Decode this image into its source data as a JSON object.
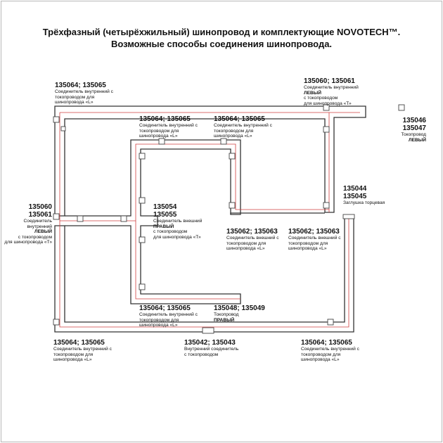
{
  "title": {
    "line1": "Трёхфазный (четырёхжильный) шинопровод и комплектующие NOVOTECH™.",
    "line2": "Возможные способы соединения шинопровода."
  },
  "labels": {
    "topleft": {
      "code": "135064; 135065",
      "desc": [
        "Соединитель внутренний с",
        "токопроводом для",
        "шинопровода «L»"
      ]
    },
    "topright": {
      "code": "135060; 135061",
      "desc1": "Соединитель внутренний",
      "bold": "ЛЕВЫЙ",
      "desc2": [
        "с токопроводом",
        "для шинопровода «Т»"
      ]
    },
    "endcap_left": {
      "code1": "135046",
      "code2": "135047",
      "desc": "Токопровод",
      "bold": "ЛЕВЫЙ"
    },
    "inner_l_1": {
      "code": "135064; 135065",
      "desc": [
        "Соединитель внутренний с",
        "токопроводом для",
        "шинопровода «L»"
      ]
    },
    "inner_l_2": {
      "code": "135064; 135065",
      "desc": [
        "Соединитель внутренний с",
        "токопроводом для",
        "шинопровода «L»"
      ]
    },
    "left_t": {
      "code1": "135060",
      "code2": "135061",
      "desc1": "Соединитель внутренний",
      "bold": "ЛЕВЫЙ",
      "desc2": [
        "с токопроводом",
        "для шинопровода «Т»"
      ]
    },
    "right_t": {
      "code1": "135054",
      "code2": "135055",
      "desc1": "Соединитель внешний",
      "bold": "ПРАВЫЙ",
      "desc2": [
        "с токопроводом",
        "для шинопровода «Т»"
      ]
    },
    "end_plug": {
      "code1": "135044",
      "code2": "135045",
      "desc": "Заглушка торцевая"
    },
    "outer_l_1": {
      "code": "135062; 135063",
      "desc": [
        "Соединитель внешний с",
        "токопроводом для",
        "шинопровода «L»"
      ]
    },
    "outer_l_2": {
      "code": "135062; 135063",
      "desc": [
        "Соединитель внешний с",
        "токопроводом для",
        "шинопровода «L»"
      ]
    },
    "inner_l_3": {
      "code": "135064; 135065",
      "desc": [
        "Соединитель внутренний с",
        "токопроводом для",
        "шинопровода «L»"
      ]
    },
    "endcap_right": {
      "code": "135048; 135049",
      "desc": "Токопровод",
      "bold": "ПРАВЫЙ"
    },
    "bl": {
      "code": "135064; 135065",
      "desc": [
        "Соединитель внутренний с",
        "токопроводом для",
        "шинопровода «L»"
      ]
    },
    "straight": {
      "code": "135042; 135043",
      "desc": [
        "Внутренний соединитель",
        "с токопроводом"
      ]
    },
    "br": {
      "code": "135064; 135065",
      "desc": [
        "Соединитель внутренний с",
        "токопроводом для",
        "шинопровода «L»"
      ]
    }
  },
  "colors": {
    "rail": "#333333",
    "inner_line": "#d04040",
    "connector": "#444444"
  }
}
